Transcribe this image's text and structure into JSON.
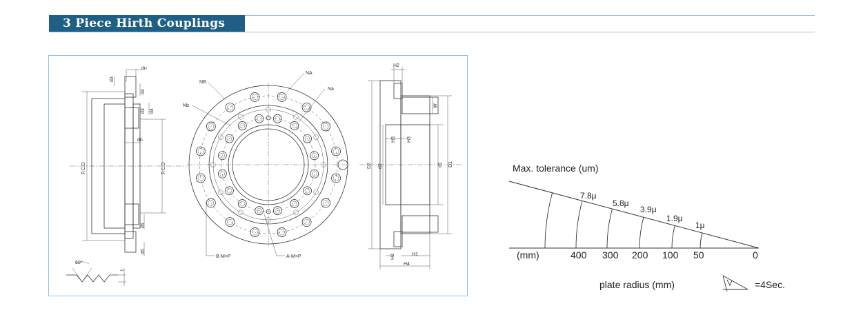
{
  "header": {
    "title": "3 Piece Hirth Couplings"
  },
  "drawing": {
    "left_view_labels": {
      "d3_top": "d3",
      "dn_top": "dn",
      "d4_top": "d4",
      "d3_mid": "d3",
      "d4_mid": "d4",
      "dn_mid": "dn",
      "pcd_left": "P.C.D",
      "pcd_right": "P.C.D",
      "d5_a": "d5",
      "d5_b": "d5",
      "angle": "60°",
      "t": "t"
    },
    "front_view_labels": {
      "nb": "NB",
      "na": "NA",
      "nb_small": "Nb",
      "na_small": "Na",
      "b_hole": "B-M×P",
      "a_hole": "A-M×P"
    },
    "side_view_labels": {
      "h2": "H2",
      "w": "W",
      "h3_a": "H3",
      "h3_b": "H3",
      "d2_cap": "D2",
      "d2": "d2",
      "d1": "d1",
      "d1_cap": "D1",
      "h3_c": "H3",
      "h1": "H1",
      "h4": "H4"
    }
  },
  "tolerance_chart": {
    "title": "Max. tolerance (um)",
    "unit_label": "(mm)",
    "xlabel": "plate radius (mm)",
    "legend_text": "=4Sec.",
    "radius_ticks": [
      "400",
      "300",
      "200",
      "100",
      "50",
      "0"
    ],
    "tolerance_labels": [
      "7.8μ",
      "5.8μ",
      "3.9μ",
      "1.9μ",
      "1μ"
    ]
  }
}
